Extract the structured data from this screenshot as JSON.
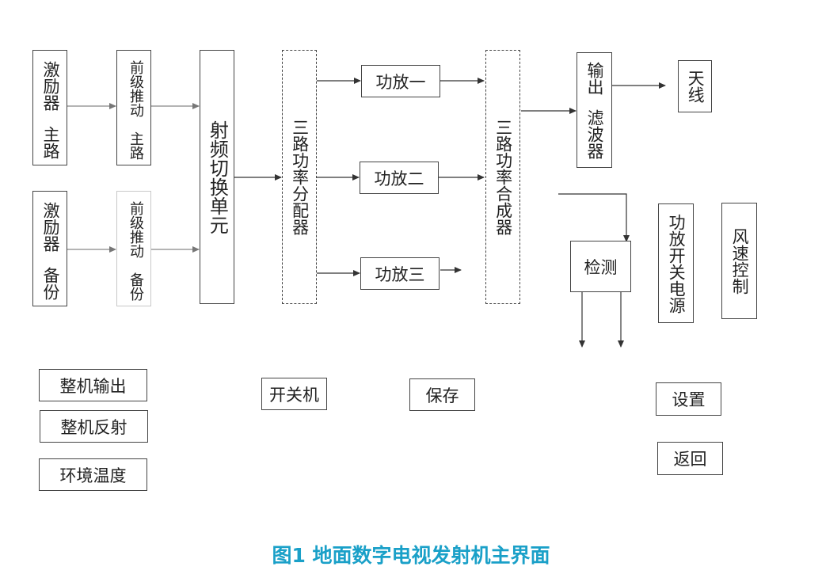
{
  "blocks": {
    "exciter_main": [
      "激励器",
      "主路"
    ],
    "exciter_backup": [
      "激励器",
      "备份"
    ],
    "predriver_main": [
      "前级推动",
      "主路"
    ],
    "predriver_backup": [
      "前级推动",
      "备份"
    ],
    "rf_switch": "射频切换单元",
    "splitter": "三路功率分配器",
    "amp1": "功放一",
    "amp2": "功放二",
    "amp3": "功放三",
    "combiner": "三路功率合成器",
    "output_filter": [
      "输出",
      "滤波器"
    ],
    "antenna": "天线",
    "detection": "检测",
    "amp_psu": "功放开关电源",
    "fan_control": "风速控制"
  },
  "buttons": {
    "overall_output": "整机输出",
    "overall_reflect": "整机反射",
    "ambient_temp": "环境温度",
    "power_switch": "开关机",
    "save": "保存",
    "settings": "设置",
    "back": "返回"
  },
  "caption": "图1 地面数字电视发射机主界面"
}
